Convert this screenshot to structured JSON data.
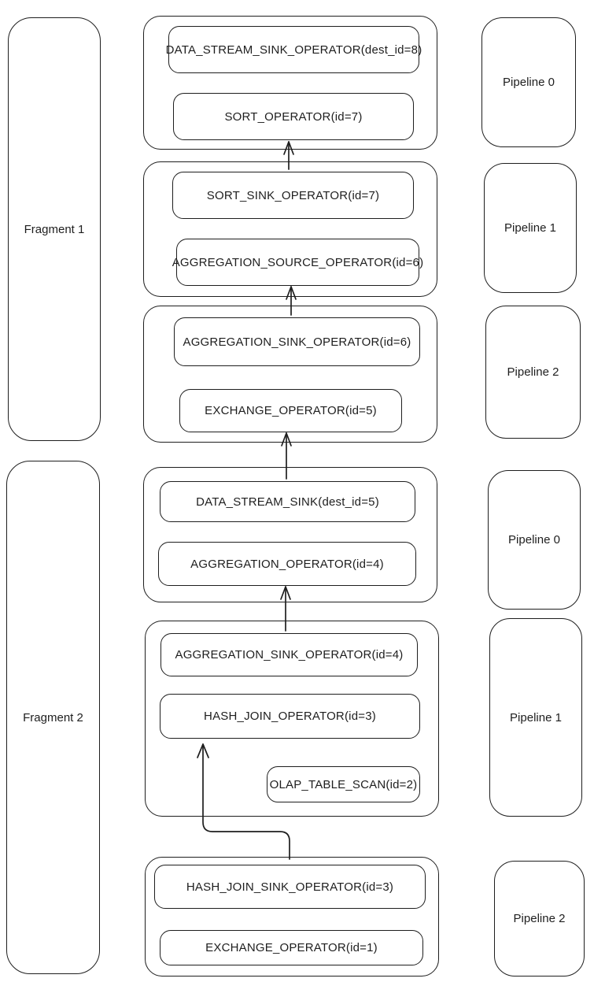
{
  "colors": {
    "stroke": "#1e1e1e",
    "background": "#ffffff"
  },
  "fragments": [
    {
      "label": "Fragment 1"
    },
    {
      "label": "Fragment 2"
    }
  ],
  "pipelines": [
    {
      "label": "Pipeline 0"
    },
    {
      "label": "Pipeline 1"
    },
    {
      "label": "Pipeline 2"
    },
    {
      "label": "Pipeline 0"
    },
    {
      "label": "Pipeline 1"
    },
    {
      "label": "Pipeline 2"
    }
  ],
  "middle_groups": [
    {
      "operators": [
        "DATA_STREAM_SINK_OPERATOR(dest_id=8)",
        "SORT_OPERATOR(id=7)"
      ]
    },
    {
      "operators": [
        "SORT_SINK_OPERATOR(id=7)",
        "AGGREGATION_SOURCE_OPERATOR(id=6)"
      ]
    },
    {
      "operators": [
        "AGGREGATION_SINK_OPERATOR(id=6)",
        "EXCHANGE_OPERATOR(id=5)"
      ]
    },
    {
      "operators": [
        "DATA_STREAM_SINK(dest_id=5)",
        "AGGREGATION_OPERATOR(id=4)"
      ]
    },
    {
      "operators": [
        "AGGREGATION_SINK_OPERATOR(id=4)",
        "HASH_JOIN_OPERATOR(id=3)",
        "OLAP_TABLE_SCAN(id=2)"
      ]
    },
    {
      "operators": [
        "HASH_JOIN_SINK_OPERATOR(id=3)",
        "EXCHANGE_OPERATOR(id=1)"
      ]
    }
  ]
}
